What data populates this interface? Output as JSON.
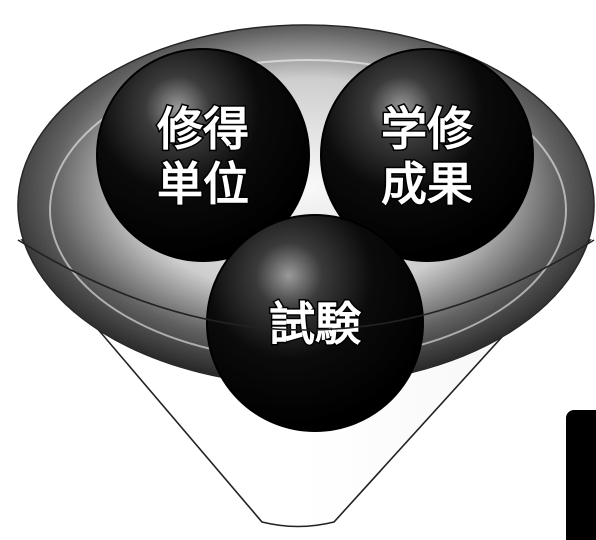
{
  "diagram": {
    "balls": [
      {
        "id": "acquired-credits",
        "lines": [
          "修得",
          "単位"
        ]
      },
      {
        "id": "learning-outcomes",
        "lines": [
          "学修",
          "成果"
        ]
      },
      {
        "id": "exam",
        "lines": [
          "試験"
        ]
      }
    ]
  },
  "colors": {
    "ball_fill": "#0a0a0a",
    "ball_text": "#ffffff",
    "funnel_outline": "#222222",
    "funnel_shade": "#3a3a3a"
  }
}
